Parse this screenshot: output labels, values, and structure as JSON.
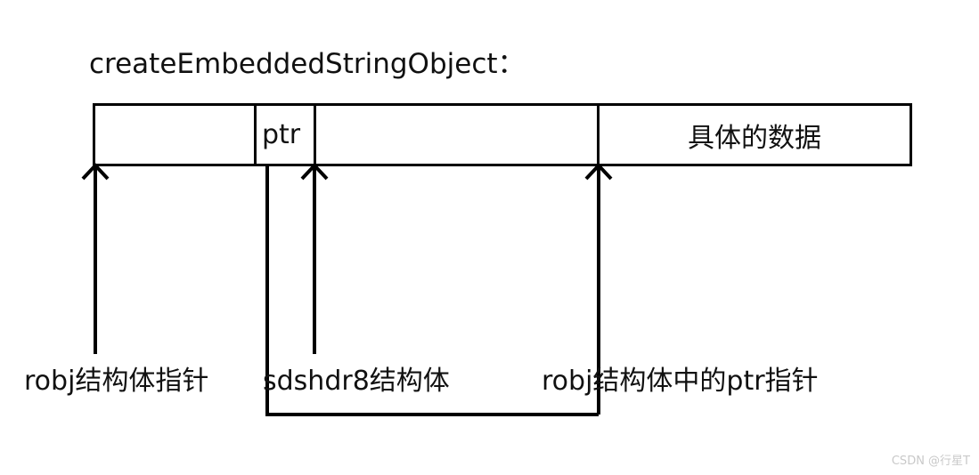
{
  "diagram": {
    "title": "createEmbeddedStringObject：",
    "memory_box": {
      "cells": [
        {
          "label": "",
          "name": "cell-robj-header"
        },
        {
          "label": "ptr",
          "name": "cell-ptr"
        },
        {
          "label": "",
          "name": "cell-sdshdr8"
        },
        {
          "label": "具体的数据",
          "name": "cell-data"
        }
      ]
    },
    "annotations": [
      {
        "label": "robj结构体指针"
      },
      {
        "label": "sdshdr8结构体"
      },
      {
        "label": "robj结构体中的ptr指针"
      }
    ],
    "colors": {
      "stroke": "#000000",
      "text": "#111111",
      "background": "#ffffff",
      "watermark": "#c9c9c9"
    }
  },
  "watermark": {
    "text": "CSDN @行星T"
  }
}
